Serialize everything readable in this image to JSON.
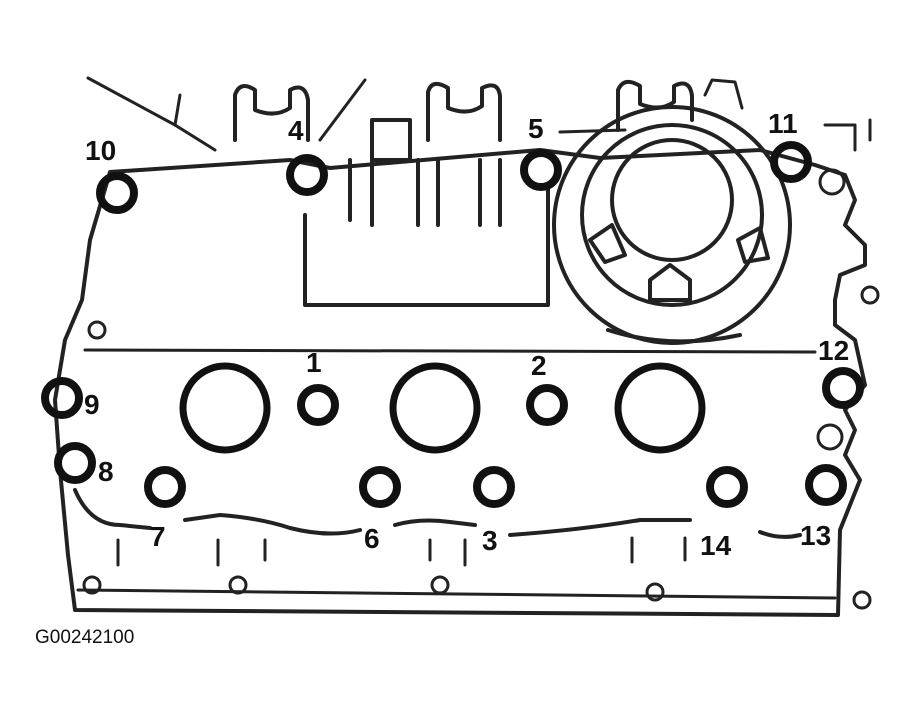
{
  "figure_code": "G00242100",
  "bolt_labels": [
    "1",
    "2",
    "3",
    "4",
    "5",
    "6",
    "7",
    "8",
    "9",
    "10",
    "11",
    "12",
    "13",
    "14"
  ]
}
